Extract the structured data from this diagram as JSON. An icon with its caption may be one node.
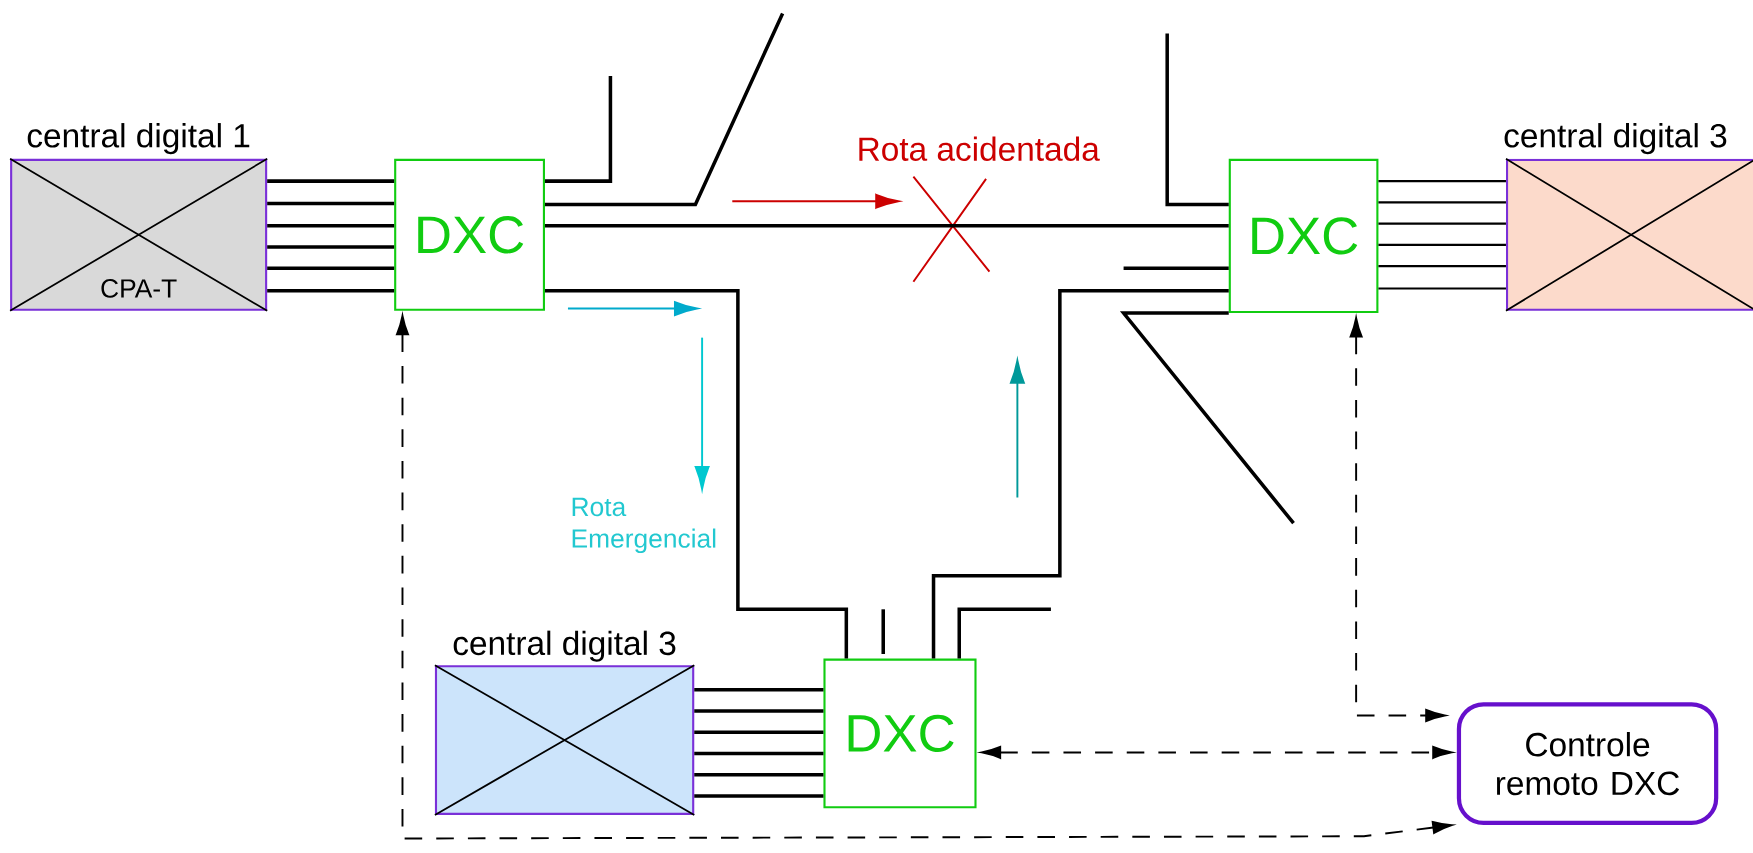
{
  "diagram": {
    "nodes": [
      {
        "text": [
          "central digital 1",
          "CPA-T"
        ]
      },
      {
        "text": [
          "DXC"
        ]
      },
      {
        "text": [
          "DXC"
        ]
      },
      {
        "text": [
          "central digital 3"
        ]
      },
      {
        "text": [
          "central digital 3"
        ]
      },
      {
        "text": [
          "DXC"
        ]
      },
      {
        "text": [
          "Controle remoto DXC"
        ]
      }
    ],
    "edges": [
      {
        "from": 0,
        "to": 1,
        "arrow": "none"
      },
      {
        "from": 0,
        "to": 1,
        "arrow": "none"
      },
      {
        "from": 0,
        "to": 1,
        "arrow": "none"
      },
      {
        "from": 0,
        "to": 1,
        "arrow": "none"
      },
      {
        "from": 0,
        "to": 1,
        "arrow": "none"
      },
      {
        "from": 0,
        "to": 1,
        "arrow": "none"
      },
      {
        "from": 2,
        "to": 3,
        "arrow": "none"
      },
      {
        "from": 2,
        "to": 3,
        "arrow": "none"
      },
      {
        "from": 2,
        "to": 3,
        "arrow": "none"
      },
      {
        "from": 2,
        "to": 3,
        "arrow": "none"
      },
      {
        "from": 2,
        "to": 3,
        "arrow": "none"
      },
      {
        "from": 2,
        "to": 3,
        "arrow": "none"
      },
      {
        "from": 4,
        "to": 5,
        "arrow": "none"
      },
      {
        "from": 4,
        "to": 5,
        "arrow": "none"
      },
      {
        "from": 4,
        "to": 5,
        "arrow": "none"
      },
      {
        "from": 4,
        "to": 5,
        "arrow": "none"
      },
      {
        "from": 4,
        "to": 5,
        "arrow": "none"
      },
      {
        "from": 4,
        "to": 5,
        "arrow": "none"
      },
      {
        "from": 1,
        "to": 2,
        "arrow": "none"
      },
      {
        "from": 1,
        "to": 5,
        "arrow": "none"
      },
      {
        "from": 2,
        "to": 5,
        "arrow": "none"
      },
      {
        "from": 1,
        "to": null,
        "arrow": "none"
      },
      {
        "from": 1,
        "to": null,
        "arrow": "none"
      },
      {
        "from": 2,
        "to": null,
        "arrow": "none"
      },
      {
        "from": 2,
        "to": null,
        "arrow": "none"
      },
      {
        "from": 2,
        "to": null,
        "arrow": "none"
      },
      {
        "from": 5,
        "to": null,
        "arrow": "none"
      },
      {
        "from": 1,
        "to": 6,
        "arrow": "both",
        "style": "dashed"
      },
      {
        "from": 2,
        "to": 6,
        "arrow": "both",
        "style": "dashed"
      },
      {
        "from": 5,
        "to": 6,
        "arrow": "both",
        "style": "dashed"
      }
    ],
    "labels": [
      "Rota acidentada",
      "Rota Emergencial"
    ]
  }
}
